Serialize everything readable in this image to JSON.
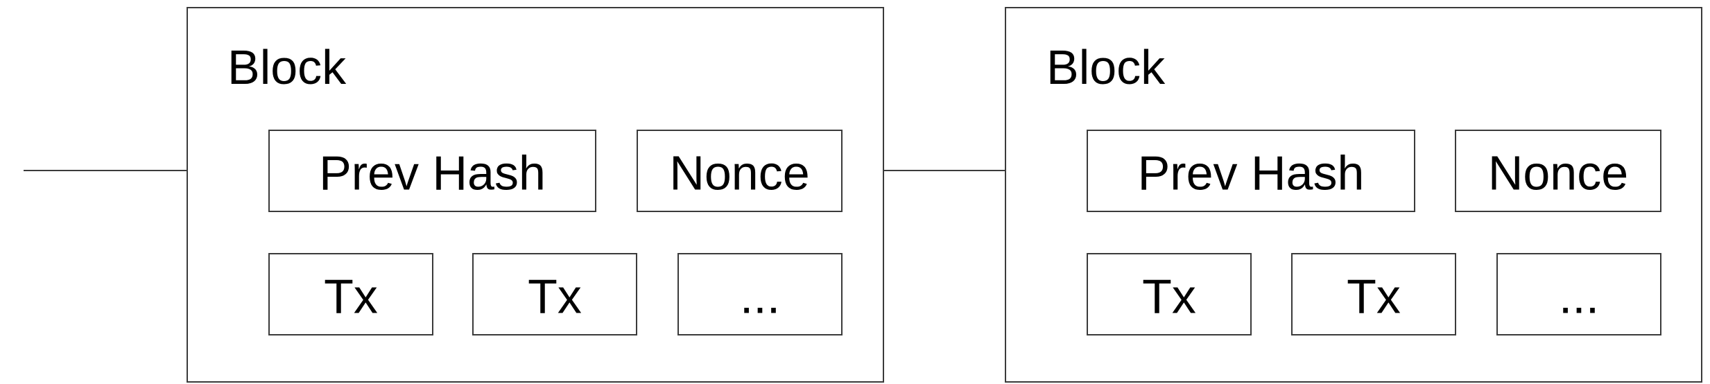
{
  "blocks": [
    {
      "title": "Block",
      "prev_hash": "Prev Hash",
      "nonce": "Nonce",
      "tx": [
        "Tx",
        "Tx",
        "..."
      ]
    },
    {
      "title": "Block",
      "prev_hash": "Prev Hash",
      "nonce": "Nonce",
      "tx": [
        "Tx",
        "Tx",
        "..."
      ]
    }
  ]
}
